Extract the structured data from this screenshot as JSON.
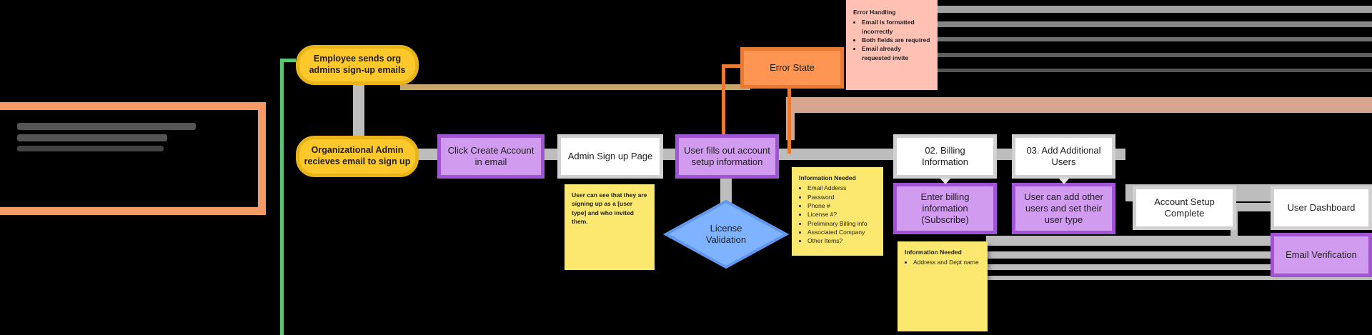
{
  "nodes": {
    "employee_sends": "Employee sends org admins sign-up emails",
    "org_admin_receives": "Organizational Admin recieves email to sign up",
    "click_create_account": "Click Create Account in email",
    "admin_signup_page": "Admin Sign up Page",
    "user_fills_out": "User fills out account setup information",
    "license_validation": "License Validation",
    "error_state": "Error State",
    "billing_information": "02. Billing Information",
    "enter_billing": "Enter billing information (Subscribe)",
    "add_additional_users": "03. Add Additional Users",
    "user_can_add": "User can add other users and set their user type",
    "account_setup_complete": "Account Setup Complete",
    "user_dashboard": "User Dashboard",
    "email_verification": "Email Verification"
  },
  "notes": {
    "signup_note": "User can see that they are signing up as a [user type] and who invited them.",
    "info_needed_1": {
      "title": "Information Needed",
      "items": [
        "Email Adderss",
        "Password",
        "Phone #",
        "License #?",
        "Preliminary Billing info",
        "Associated Company",
        "Other Items?"
      ]
    },
    "info_needed_2": {
      "title": "Information Needed",
      "items": [
        "Address and Dept name"
      ]
    },
    "error_handling": {
      "title": "Error Handling",
      "items": [
        "Email is formatted incorrectly",
        "Both fields are required",
        "Email already requested invite"
      ]
    }
  },
  "colors": {
    "yellow": "#fcc82c",
    "purple": "#d19bf0",
    "orange": "#fe9553",
    "blue": "#80b3ff",
    "sticky": "#fde86f",
    "pink": "#ffc1b3",
    "green": "#5bc576"
  }
}
